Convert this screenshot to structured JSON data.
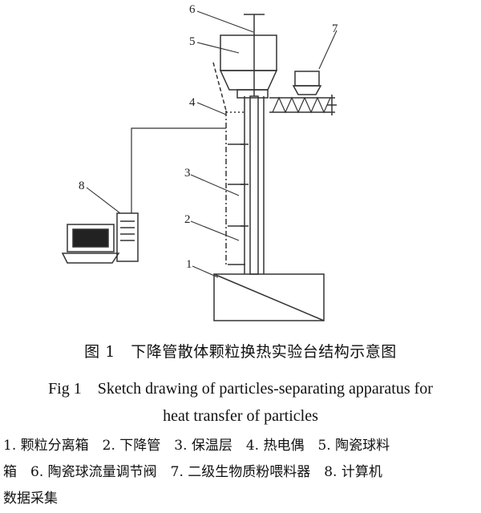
{
  "figure": {
    "callouts": [
      "1",
      "2",
      "3",
      "4",
      "5",
      "6",
      "7",
      "8"
    ]
  },
  "caption": {
    "cn": "图 1　下降管散体颗粒换热实验台结构示意图",
    "en_line1": "Fig 1　Sketch drawing of particles-separating apparatus for",
    "en_line2": "heat transfer of particles"
  },
  "legend": {
    "line1": "1. 颗粒分离箱　2. 下降管　3. 保温层　4. 热电偶　5. 陶瓷球料",
    "line2": "箱　6. 陶瓷球流量调节阀　7. 二级生物质粉喂料器　8. 计算机",
    "line3": "数据采集"
  },
  "colors": {
    "line": "#333333",
    "text": "#111111",
    "background": "#ffffff"
  },
  "icons": [
    "computer-monitor-icon",
    "computer-tower-icon",
    "feeder-motor-icon",
    "valve-stem-icon"
  ]
}
